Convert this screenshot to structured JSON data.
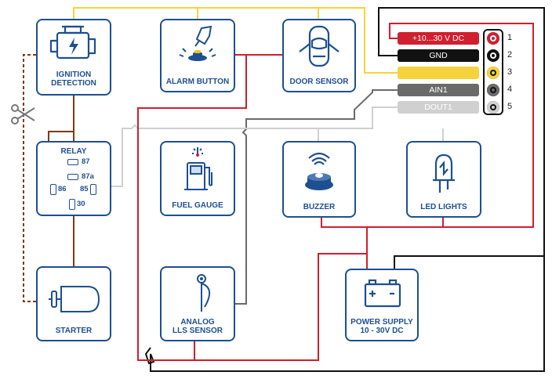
{
  "components": {
    "ignition": "IGNITION\nDETECTION",
    "alarm": "ALARM BUTTON",
    "door": "DOOR SENSOR",
    "relay_title": "RELAY",
    "fuel": "FUEL GAUGE",
    "buzzer": "BUZZER",
    "led": "LED LIGHTS",
    "starter": "STARTER",
    "lls": "ANALOG\nLLS SENSOR",
    "power": "POWER SUPPLY\n10 - 30V DC"
  },
  "relay_terminals": {
    "t87": "87",
    "t87a": "87a",
    "t86": "86",
    "t85": "85",
    "t30": "30"
  },
  "connector": {
    "pins": [
      {
        "label": "+10...30 V DC",
        "num": "1",
        "color": "#d01f2e",
        "text_color": "#ffffff"
      },
      {
        "label": "GND",
        "num": "2",
        "color": "#111111",
        "text_color": "#ffffff"
      },
      {
        "label": "",
        "num": "3",
        "color": "#f6d33c",
        "text_color": "#222222"
      },
      {
        "label": "AIN1",
        "num": "4",
        "color": "#6a6a6a",
        "text_color": "#ffffff"
      },
      {
        "label": "DOUT1",
        "num": "5",
        "color": "#d0d0d0",
        "text_color": "#ffffff"
      }
    ]
  },
  "wire_colors": {
    "power": "#d01f2e",
    "ground": "#111111",
    "yellow": "#f6d33c",
    "analog": "#6a6a6a",
    "dout": "#cfcfcf",
    "ignition": "#7b3b12",
    "accent": "#1d4f91"
  },
  "icons": [
    "engine-icon",
    "pressing-hand-icon",
    "car-door-icon",
    "fuel-pump-icon",
    "buzzer-icon",
    "led-icon",
    "starter-motor-icon",
    "lls-probe-icon",
    "battery-icon",
    "scissors-icon"
  ]
}
